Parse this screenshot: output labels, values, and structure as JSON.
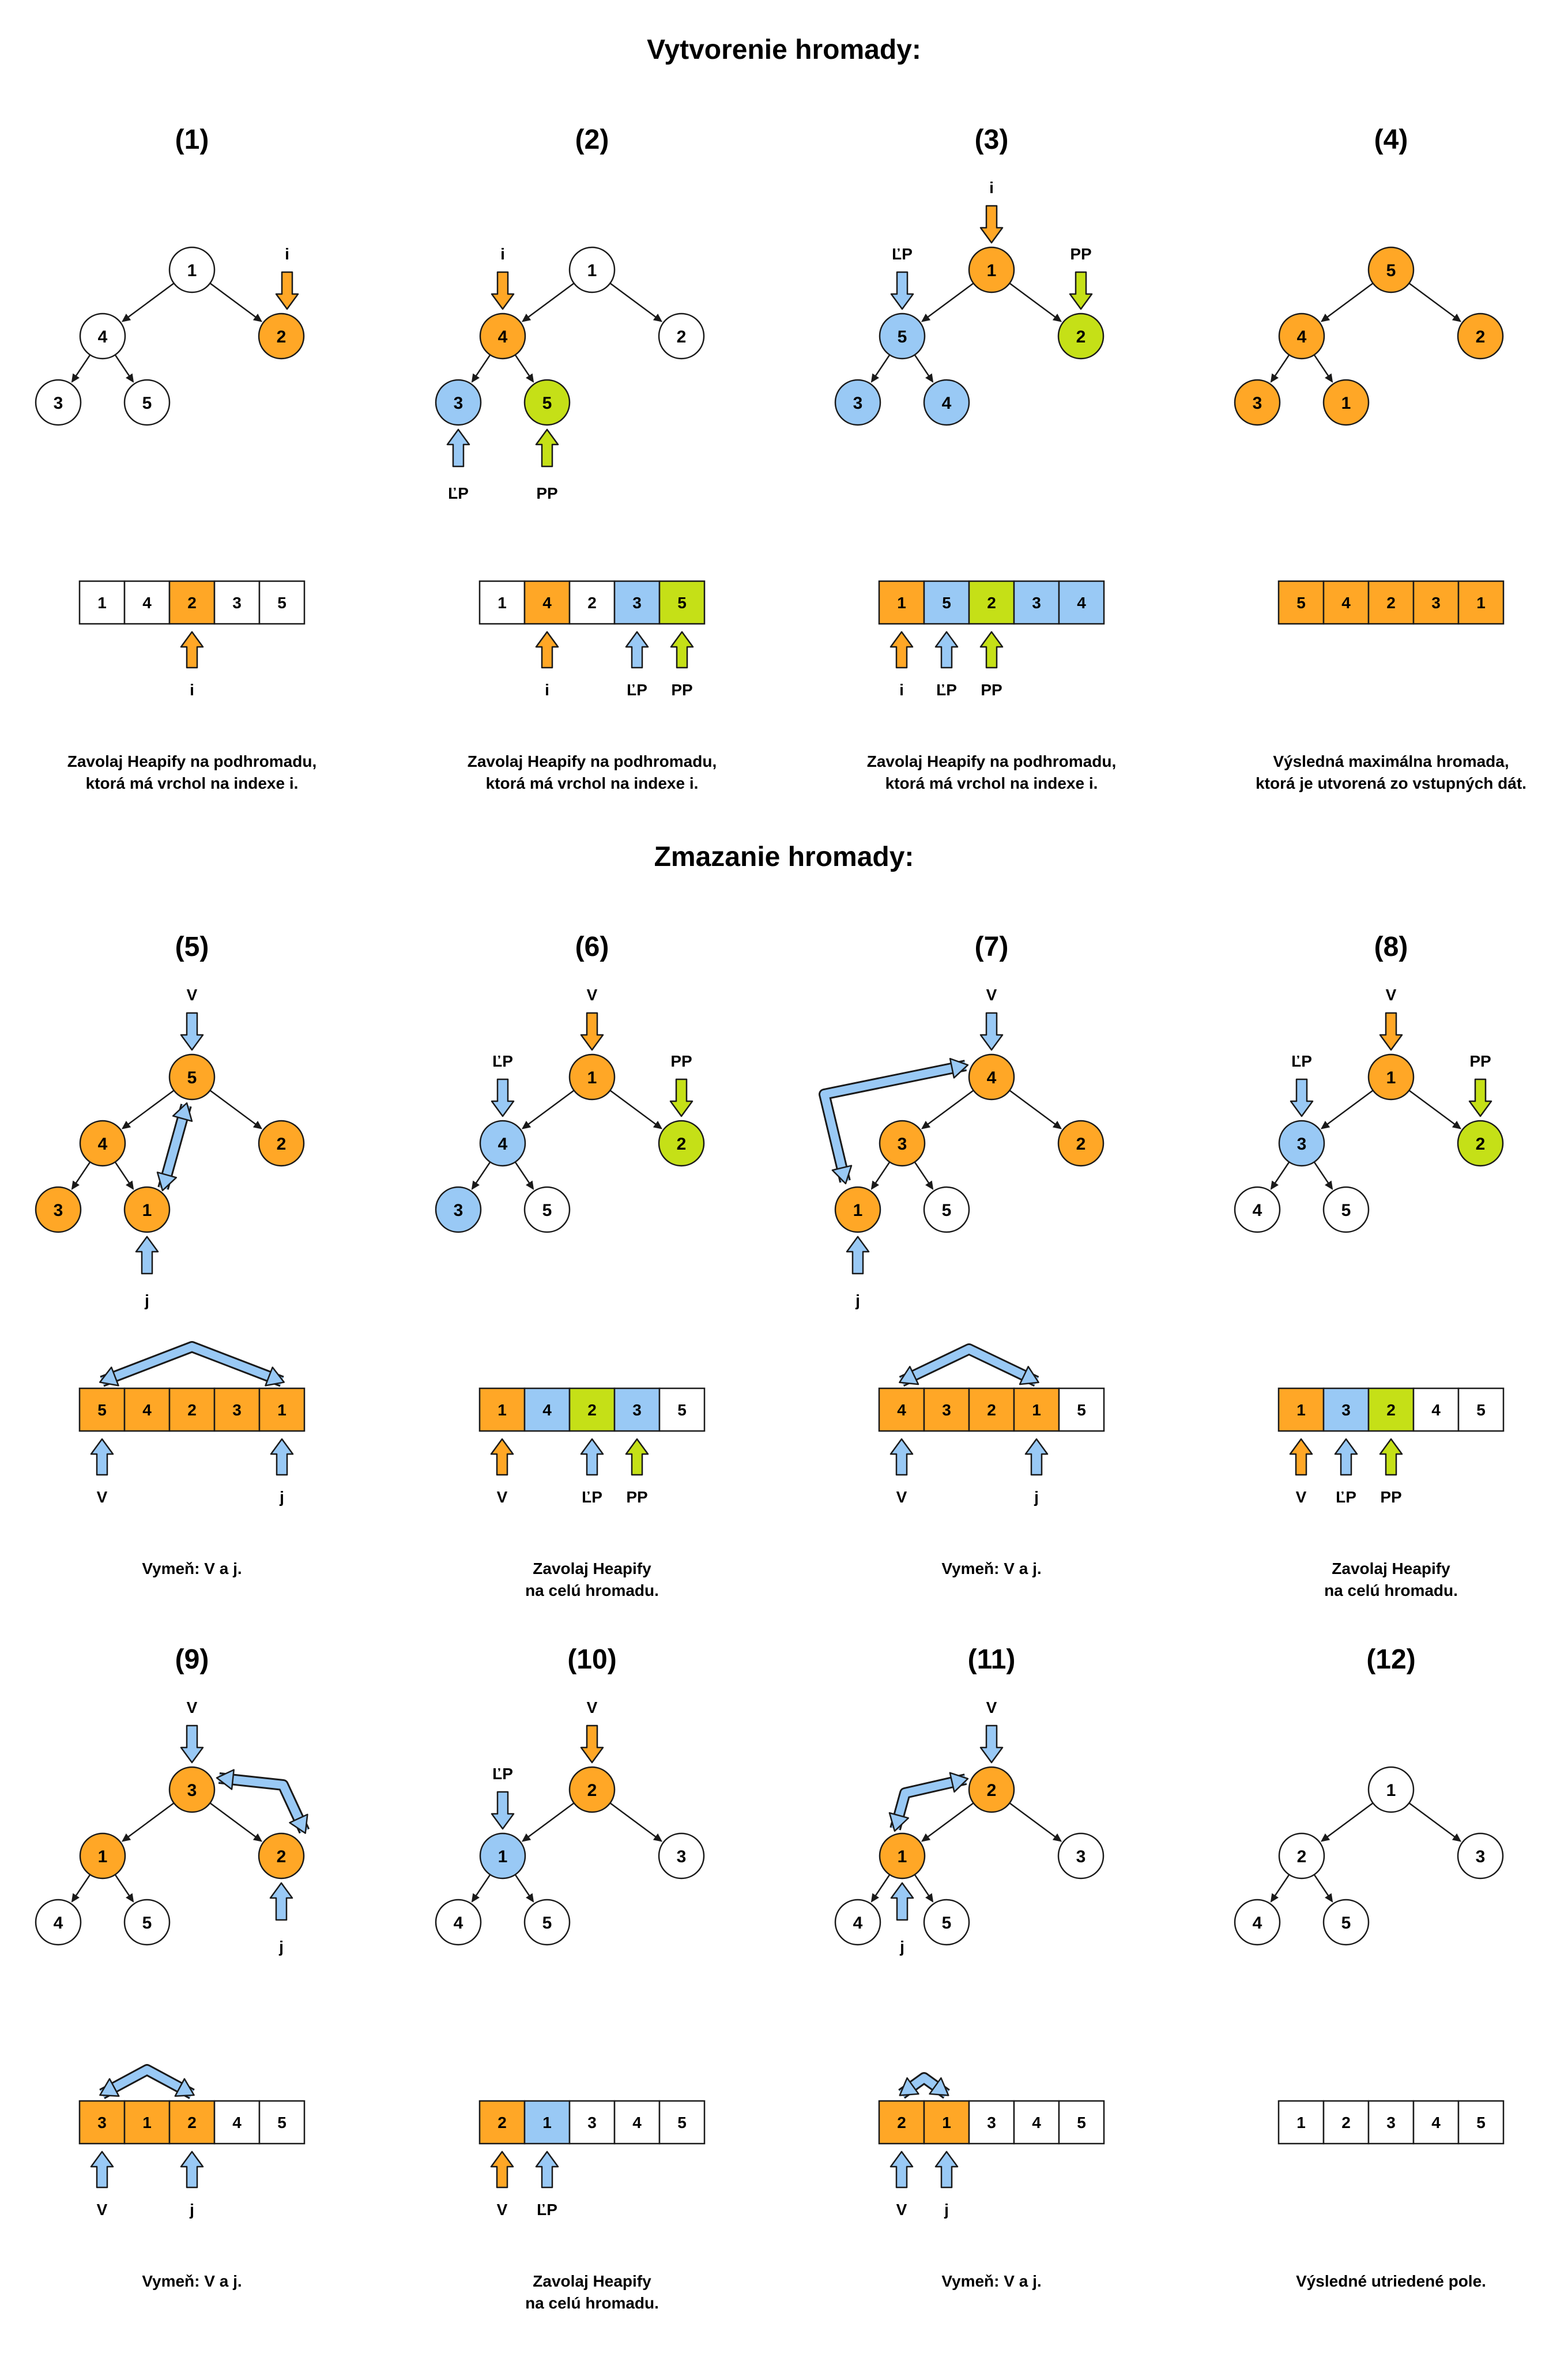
{
  "colors": {
    "orange": "#FFA726",
    "blue": "#99C9F5",
    "green": "#C5E017",
    "white": "#FFFFFF",
    "stroke": "#1A1A1A"
  },
  "sections": [
    {
      "title": "Vytvorenie hromady:"
    },
    {
      "title": "Zmazanie hromady:"
    }
  ],
  "steps": [
    {
      "label": "(1)",
      "tree": {
        "nodes": [
          {
            "value": "1",
            "color": "white"
          },
          {
            "value": "4",
            "color": "white"
          },
          {
            "value": "2",
            "color": "orange"
          },
          {
            "value": "3",
            "color": "white"
          },
          {
            "value": "5",
            "color": "white"
          }
        ],
        "pointers": [
          {
            "node": 2,
            "label": "i",
            "color": "orange",
            "side": "above-right"
          }
        ]
      },
      "array": {
        "cells": [
          {
            "value": "1",
            "color": "white"
          },
          {
            "value": "4",
            "color": "white"
          },
          {
            "value": "2",
            "color": "orange"
          },
          {
            "value": "3",
            "color": "white"
          },
          {
            "value": "5",
            "color": "white"
          }
        ],
        "pointers": [
          {
            "cell": 2,
            "label": "i",
            "color": "orange"
          }
        ]
      },
      "caption": [
        "Zavolaj Heapify na podhromadu,",
        "ktorá má vrchol na indexe i."
      ]
    },
    {
      "label": "(2)",
      "tree": {
        "nodes": [
          {
            "value": "1",
            "color": "white"
          },
          {
            "value": "4",
            "color": "orange"
          },
          {
            "value": "2",
            "color": "white"
          },
          {
            "value": "3",
            "color": "blue"
          },
          {
            "value": "5",
            "color": "green"
          }
        ],
        "pointers": [
          {
            "node": 1,
            "label": "i",
            "color": "orange",
            "side": "above"
          },
          {
            "node": 3,
            "label": "ĽP",
            "color": "blue",
            "side": "below"
          },
          {
            "node": 4,
            "label": "PP",
            "color": "green",
            "side": "below"
          }
        ]
      },
      "array": {
        "cells": [
          {
            "value": "1",
            "color": "white"
          },
          {
            "value": "4",
            "color": "orange"
          },
          {
            "value": "2",
            "color": "white"
          },
          {
            "value": "3",
            "color": "blue"
          },
          {
            "value": "5",
            "color": "green"
          }
        ],
        "pointers": [
          {
            "cell": 1,
            "label": "i",
            "color": "orange"
          },
          {
            "cell": 3,
            "label": "ĽP",
            "color": "blue"
          },
          {
            "cell": 4,
            "label": "PP",
            "color": "green"
          }
        ]
      },
      "caption": [
        "Zavolaj Heapify na podhromadu,",
        "ktorá má vrchol na indexe i."
      ]
    },
    {
      "label": "(3)",
      "tree": {
        "nodes": [
          {
            "value": "1",
            "color": "orange"
          },
          {
            "value": "5",
            "color": "blue"
          },
          {
            "value": "2",
            "color": "green"
          },
          {
            "value": "3",
            "color": "blue"
          },
          {
            "value": "4",
            "color": "blue"
          }
        ],
        "pointers": [
          {
            "node": 0,
            "label": "i",
            "color": "orange",
            "side": "above"
          },
          {
            "node": 1,
            "label": "ĽP",
            "color": "blue",
            "side": "above"
          },
          {
            "node": 2,
            "label": "PP",
            "color": "green",
            "side": "above"
          }
        ]
      },
      "array": {
        "cells": [
          {
            "value": "1",
            "color": "orange"
          },
          {
            "value": "5",
            "color": "blue"
          },
          {
            "value": "2",
            "color": "green"
          },
          {
            "value": "3",
            "color": "blue"
          },
          {
            "value": "4",
            "color": "blue"
          }
        ],
        "pointers": [
          {
            "cell": 0,
            "label": "i",
            "color": "orange"
          },
          {
            "cell": 1,
            "label": "ĽP",
            "color": "blue"
          },
          {
            "cell": 2,
            "label": "PP",
            "color": "green"
          }
        ]
      },
      "caption": [
        "Zavolaj Heapify na podhromadu,",
        "ktorá má vrchol na indexe i."
      ]
    },
    {
      "label": "(4)",
      "tree": {
        "nodes": [
          {
            "value": "5",
            "color": "orange"
          },
          {
            "value": "4",
            "color": "orange"
          },
          {
            "value": "2",
            "color": "orange"
          },
          {
            "value": "3",
            "color": "orange"
          },
          {
            "value": "1",
            "color": "orange"
          }
        ],
        "pointers": []
      },
      "array": {
        "cells": [
          {
            "value": "5",
            "color": "orange"
          },
          {
            "value": "4",
            "color": "orange"
          },
          {
            "value": "2",
            "color": "orange"
          },
          {
            "value": "3",
            "color": "orange"
          },
          {
            "value": "1",
            "color": "orange"
          }
        ],
        "pointers": []
      },
      "caption": [
        "Výsledná maximálna hromada,",
        "ktorá je utvorená zo vstupných dát."
      ]
    },
    {
      "label": "(5)",
      "tree": {
        "nodes": [
          {
            "value": "5",
            "color": "orange"
          },
          {
            "value": "4",
            "color": "orange"
          },
          {
            "value": "2",
            "color": "orange"
          },
          {
            "value": "3",
            "color": "orange"
          },
          {
            "value": "1",
            "color": "orange"
          }
        ],
        "pointers": [
          {
            "node": 0,
            "label": "V",
            "color": "blue",
            "side": "above"
          },
          {
            "node": 4,
            "label": "j",
            "color": "blue",
            "side": "below"
          }
        ],
        "swap": [
          0,
          4
        ]
      },
      "array": {
        "cells": [
          {
            "value": "5",
            "color": "orange"
          },
          {
            "value": "4",
            "color": "orange"
          },
          {
            "value": "2",
            "color": "orange"
          },
          {
            "value": "3",
            "color": "orange"
          },
          {
            "value": "1",
            "color": "orange"
          }
        ],
        "pointers": [
          {
            "cell": 0,
            "label": "V",
            "color": "blue"
          },
          {
            "cell": 4,
            "label": "j",
            "color": "blue"
          }
        ],
        "swap": [
          0,
          4
        ]
      },
      "caption": [
        "Vymeň: V a j."
      ]
    },
    {
      "label": "(6)",
      "tree": {
        "nodes": [
          {
            "value": "1",
            "color": "orange"
          },
          {
            "value": "4",
            "color": "blue"
          },
          {
            "value": "2",
            "color": "green"
          },
          {
            "value": "3",
            "color": "blue"
          },
          {
            "value": "5",
            "color": "white"
          }
        ],
        "pointers": [
          {
            "node": 0,
            "label": "V",
            "color": "orange",
            "side": "above"
          },
          {
            "node": 1,
            "label": "ĽP",
            "color": "blue",
            "side": "above"
          },
          {
            "node": 2,
            "label": "PP",
            "color": "green",
            "side": "above"
          }
        ]
      },
      "array": {
        "cells": [
          {
            "value": "1",
            "color": "orange"
          },
          {
            "value": "4",
            "color": "blue"
          },
          {
            "value": "2",
            "color": "green"
          },
          {
            "value": "3",
            "color": "blue"
          },
          {
            "value": "5",
            "color": "white"
          }
        ],
        "pointers": [
          {
            "cell": 0,
            "label": "V",
            "color": "orange"
          },
          {
            "cell": 2,
            "label": "ĽP",
            "color": "blue"
          },
          {
            "cell": 3,
            "label": "PP",
            "color": "green"
          }
        ]
      },
      "caption": [
        "Zavolaj Heapify",
        "na celú hromadu."
      ]
    },
    {
      "label": "(7)",
      "tree": {
        "nodes": [
          {
            "value": "4",
            "color": "orange"
          },
          {
            "value": "3",
            "color": "orange"
          },
          {
            "value": "2",
            "color": "orange"
          },
          {
            "value": "1",
            "color": "orange"
          },
          {
            "value": "5",
            "color": "white"
          }
        ],
        "pointers": [
          {
            "node": 0,
            "label": "V",
            "color": "blue",
            "side": "above"
          },
          {
            "node": 3,
            "label": "j",
            "color": "blue",
            "side": "below"
          }
        ],
        "swap": [
          0,
          3
        ]
      },
      "array": {
        "cells": [
          {
            "value": "4",
            "color": "orange"
          },
          {
            "value": "3",
            "color": "orange"
          },
          {
            "value": "2",
            "color": "orange"
          },
          {
            "value": "1",
            "color": "orange"
          },
          {
            "value": "5",
            "color": "white"
          }
        ],
        "pointers": [
          {
            "cell": 0,
            "label": "V",
            "color": "blue"
          },
          {
            "cell": 3,
            "label": "j",
            "color": "blue"
          }
        ],
        "swap": [
          0,
          3
        ]
      },
      "caption": [
        "Vymeň: V a j."
      ]
    },
    {
      "label": "(8)",
      "tree": {
        "nodes": [
          {
            "value": "1",
            "color": "orange"
          },
          {
            "value": "3",
            "color": "blue"
          },
          {
            "value": "2",
            "color": "green"
          },
          {
            "value": "4",
            "color": "white"
          },
          {
            "value": "5",
            "color": "white"
          }
        ],
        "pointers": [
          {
            "node": 0,
            "label": "V",
            "color": "orange",
            "side": "above"
          },
          {
            "node": 1,
            "label": "ĽP",
            "color": "blue",
            "side": "above"
          },
          {
            "node": 2,
            "label": "PP",
            "color": "green",
            "side": "above"
          }
        ]
      },
      "array": {
        "cells": [
          {
            "value": "1",
            "color": "orange"
          },
          {
            "value": "3",
            "color": "blue"
          },
          {
            "value": "2",
            "color": "green"
          },
          {
            "value": "4",
            "color": "white"
          },
          {
            "value": "5",
            "color": "white"
          }
        ],
        "pointers": [
          {
            "cell": 0,
            "label": "V",
            "color": "orange"
          },
          {
            "cell": 1,
            "label": "ĽP",
            "color": "blue"
          },
          {
            "cell": 2,
            "label": "PP",
            "color": "green"
          }
        ]
      },
      "caption": [
        "Zavolaj Heapify",
        "na celú hromadu."
      ]
    },
    {
      "label": "(9)",
      "tree": {
        "nodes": [
          {
            "value": "3",
            "color": "orange"
          },
          {
            "value": "1",
            "color": "orange"
          },
          {
            "value": "2",
            "color": "orange"
          },
          {
            "value": "4",
            "color": "white"
          },
          {
            "value": "5",
            "color": "white"
          }
        ],
        "pointers": [
          {
            "node": 0,
            "label": "V",
            "color": "blue",
            "side": "above"
          },
          {
            "node": 2,
            "label": "j",
            "color": "blue",
            "side": "below"
          }
        ],
        "swap": [
          0,
          2
        ]
      },
      "array": {
        "cells": [
          {
            "value": "3",
            "color": "orange"
          },
          {
            "value": "1",
            "color": "orange"
          },
          {
            "value": "2",
            "color": "orange"
          },
          {
            "value": "4",
            "color": "white"
          },
          {
            "value": "5",
            "color": "white"
          }
        ],
        "pointers": [
          {
            "cell": 0,
            "label": "V",
            "color": "blue"
          },
          {
            "cell": 2,
            "label": "j",
            "color": "blue"
          }
        ],
        "swap": [
          0,
          2
        ]
      },
      "caption": [
        "Vymeň: V a j."
      ]
    },
    {
      "label": "(10)",
      "tree": {
        "nodes": [
          {
            "value": "2",
            "color": "orange"
          },
          {
            "value": "1",
            "color": "blue"
          },
          {
            "value": "3",
            "color": "white"
          },
          {
            "value": "4",
            "color": "white"
          },
          {
            "value": "5",
            "color": "white"
          }
        ],
        "pointers": [
          {
            "node": 0,
            "label": "V",
            "color": "orange",
            "side": "above"
          },
          {
            "node": 1,
            "label": "ĽP",
            "color": "blue",
            "side": "above"
          }
        ]
      },
      "array": {
        "cells": [
          {
            "value": "2",
            "color": "orange"
          },
          {
            "value": "1",
            "color": "blue"
          },
          {
            "value": "3",
            "color": "white"
          },
          {
            "value": "4",
            "color": "white"
          },
          {
            "value": "5",
            "color": "white"
          }
        ],
        "pointers": [
          {
            "cell": 0,
            "label": "V",
            "color": "orange"
          },
          {
            "cell": 1,
            "label": "ĽP",
            "color": "blue"
          }
        ]
      },
      "caption": [
        "Zavolaj Heapify",
        "na celú hromadu."
      ]
    },
    {
      "label": "(11)",
      "tree": {
        "nodes": [
          {
            "value": "2",
            "color": "orange"
          },
          {
            "value": "1",
            "color": "orange"
          },
          {
            "value": "3",
            "color": "white"
          },
          {
            "value": "4",
            "color": "white"
          },
          {
            "value": "5",
            "color": "white"
          }
        ],
        "pointers": [
          {
            "node": 0,
            "label": "V",
            "color": "blue",
            "side": "above"
          },
          {
            "node": 1,
            "label": "j",
            "color": "blue",
            "side": "below"
          }
        ],
        "swap": [
          0,
          1
        ]
      },
      "array": {
        "cells": [
          {
            "value": "2",
            "color": "orange"
          },
          {
            "value": "1",
            "color": "orange"
          },
          {
            "value": "3",
            "color": "white"
          },
          {
            "value": "4",
            "color": "white"
          },
          {
            "value": "5",
            "color": "white"
          }
        ],
        "pointers": [
          {
            "cell": 0,
            "label": "V",
            "color": "blue"
          },
          {
            "cell": 1,
            "label": "j",
            "color": "blue"
          }
        ],
        "swap": [
          0,
          1
        ]
      },
      "caption": [
        "Vymeň: V a j."
      ]
    },
    {
      "label": "(12)",
      "tree": {
        "nodes": [
          {
            "value": "1",
            "color": "white"
          },
          {
            "value": "2",
            "color": "white"
          },
          {
            "value": "3",
            "color": "white"
          },
          {
            "value": "4",
            "color": "white"
          },
          {
            "value": "5",
            "color": "white"
          }
        ],
        "pointers": []
      },
      "array": {
        "cells": [
          {
            "value": "1",
            "color": "white"
          },
          {
            "value": "2",
            "color": "white"
          },
          {
            "value": "3",
            "color": "white"
          },
          {
            "value": "4",
            "color": "white"
          },
          {
            "value": "5",
            "color": "white"
          }
        ],
        "pointers": []
      },
      "caption": [
        "Výsledné utriedené pole."
      ]
    }
  ]
}
